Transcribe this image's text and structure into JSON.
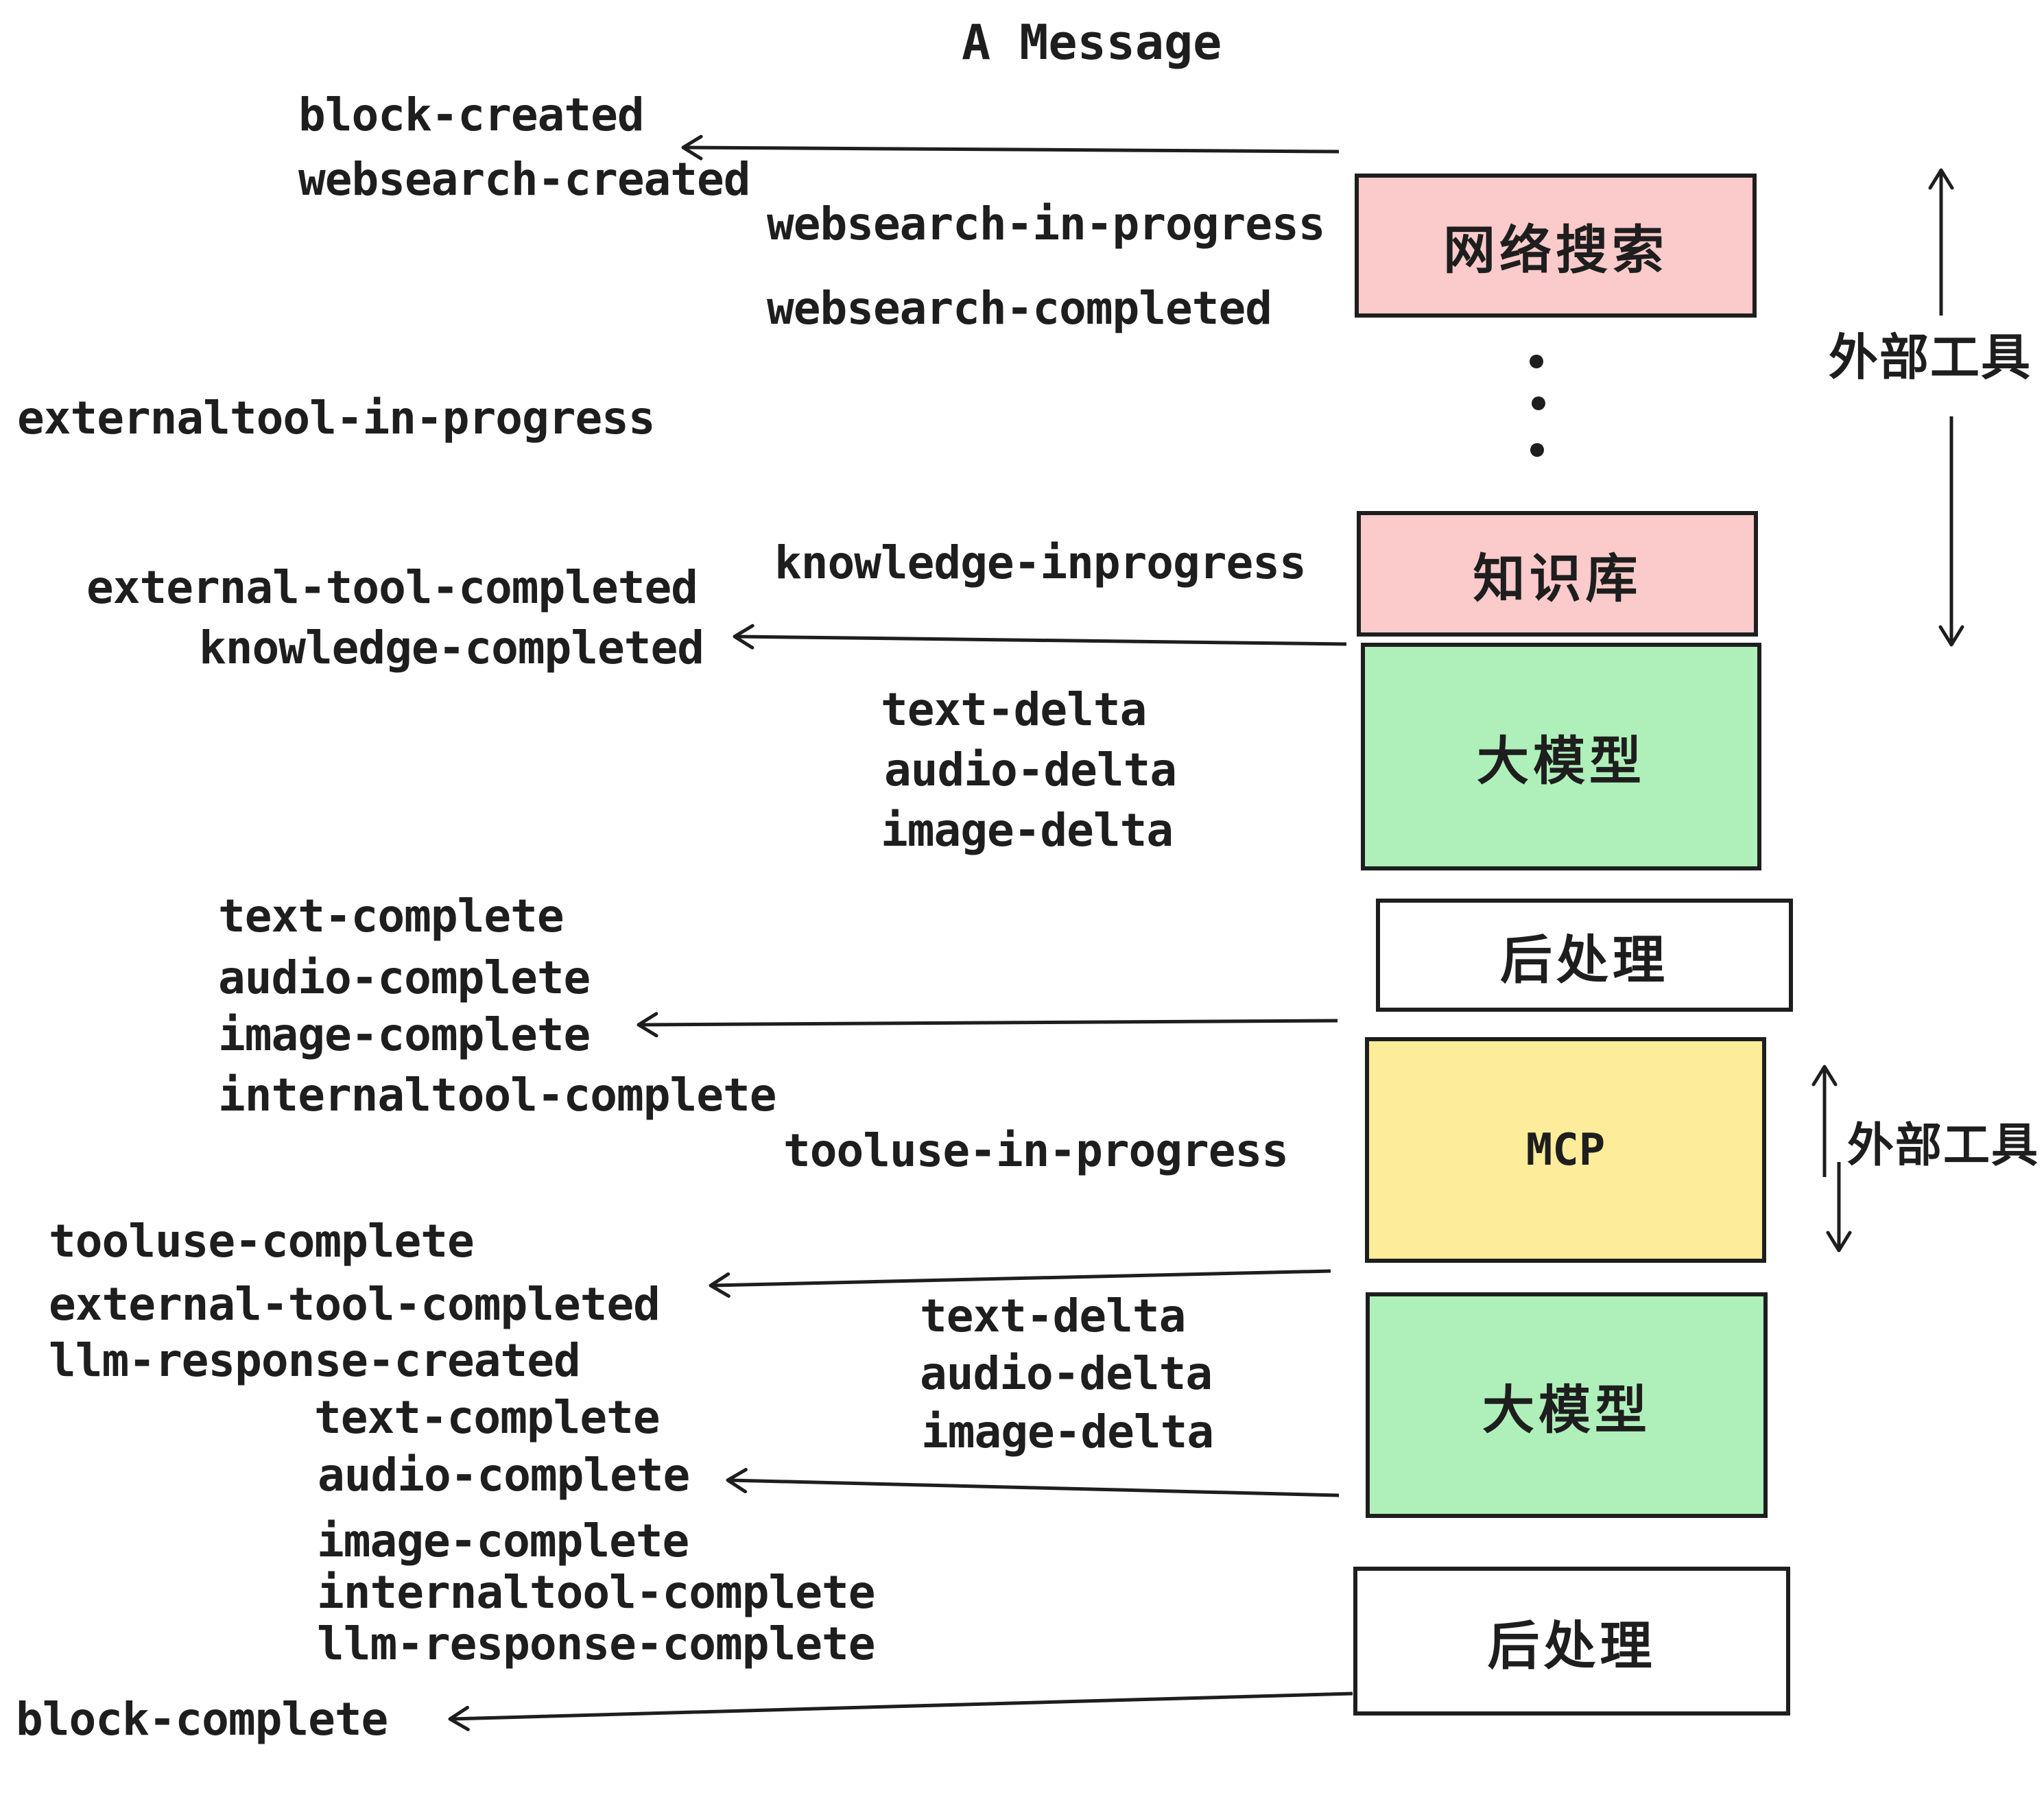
{
  "title": "A Message",
  "events": [
    {
      "text": "block-created"
    },
    {
      "text": "websearch-created"
    },
    {
      "text": "websearch-in-progress"
    },
    {
      "text": "websearch-completed"
    },
    {
      "text": "externaltool-in-progress"
    },
    {
      "text": "knowledge-inprogress"
    },
    {
      "text": "external-tool-completed"
    },
    {
      "text": "knowledge-completed"
    },
    {
      "text": "text-delta"
    },
    {
      "text": "audio-delta"
    },
    {
      "text": "image-delta"
    },
    {
      "text": "text-complete"
    },
    {
      "text": "audio-complete"
    },
    {
      "text": "image-complete"
    },
    {
      "text": "internaltool-complete"
    },
    {
      "text": "tooluse-in-progress"
    },
    {
      "text": "tooluse-complete"
    },
    {
      "text": "external-tool-completed"
    },
    {
      "text": "llm-response-created"
    },
    {
      "text": "text-complete"
    },
    {
      "text": "audio-complete"
    },
    {
      "text": "text-delta"
    },
    {
      "text": "audio-delta"
    },
    {
      "text": "image-delta"
    },
    {
      "text": "image-complete"
    },
    {
      "text": "internaltool-complete"
    },
    {
      "text": "llm-response-complete"
    },
    {
      "text": "block-complete"
    }
  ],
  "boxes": [
    {
      "label": "网络搜索",
      "fill": "#fbcaca"
    },
    {
      "label": "知识库",
      "fill": "#fbcaca"
    },
    {
      "label": "大模型",
      "fill": "#aff0ba"
    },
    {
      "label": "后处理",
      "fill": "#ffffff"
    },
    {
      "label": "MCP",
      "fill": "#fdec9a"
    },
    {
      "label": "大模型",
      "fill": "#aff0ba"
    },
    {
      "label": "后处理",
      "fill": "#ffffff"
    }
  ],
  "annotations": [
    {
      "label": "外部工具"
    },
    {
      "label": "外部工具"
    }
  ],
  "colors": {
    "ink": "#1e1e1e",
    "pink": "#fbcaca",
    "green": "#aff0ba",
    "yellow": "#fdec9a",
    "white": "#ffffff"
  }
}
